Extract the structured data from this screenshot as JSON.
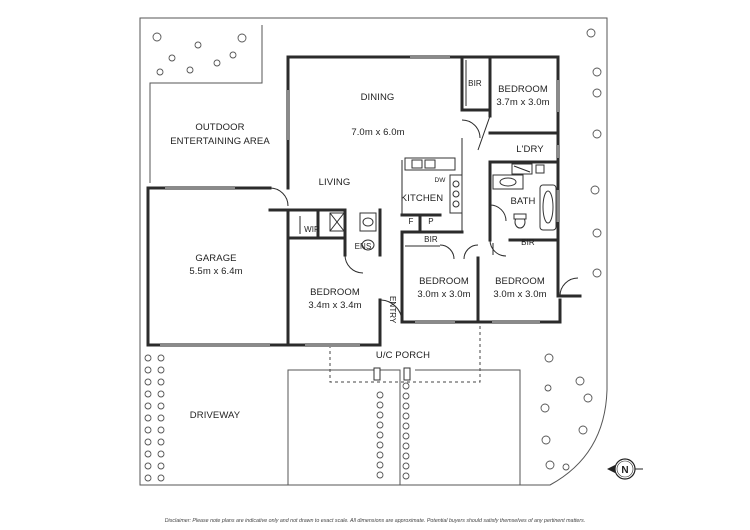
{
  "rooms": {
    "dining": "DINING",
    "living_dims": "7.0m x 6.0m",
    "living": "LIVING",
    "outdoor_line1": "OUTDOOR",
    "outdoor_line2": "ENTERTAINING AREA",
    "garage": "GARAGE",
    "garage_dims": "5.5m x 6.4m",
    "kitchen": "KITCHEN",
    "dw": "DW",
    "f": "F",
    "p": "P",
    "bir_kitchen": "BIR",
    "wir": "WIR",
    "ens": "ENS",
    "bedroom_front_left": "BEDROOM",
    "bedroom_front_left_dims": "3.4m x 3.4m",
    "entry": "ENTRY",
    "bedroom_mid": "BEDROOM",
    "bedroom_mid_dims": "3.0m x 3.0m",
    "bedroom_right": "BEDROOM",
    "bedroom_right_dims": "3.0m x 3.0m",
    "bir_right": "BIR",
    "bath": "BATH",
    "ldry": "L'DRY",
    "bedroom_top": "BEDROOM",
    "bedroom_top_dims": "3.7m x 3.0m",
    "bir_top": "BIR",
    "porch": "U/C PORCH",
    "driveway": "DRIVEWAY"
  },
  "north_symbol": "N",
  "disclaimer": "Disclaimer: Please note plans are indicative only and not drawn to exact scale. All dimensions are approximate. Potential buyers should satisfy themselves of any pertinent matters."
}
